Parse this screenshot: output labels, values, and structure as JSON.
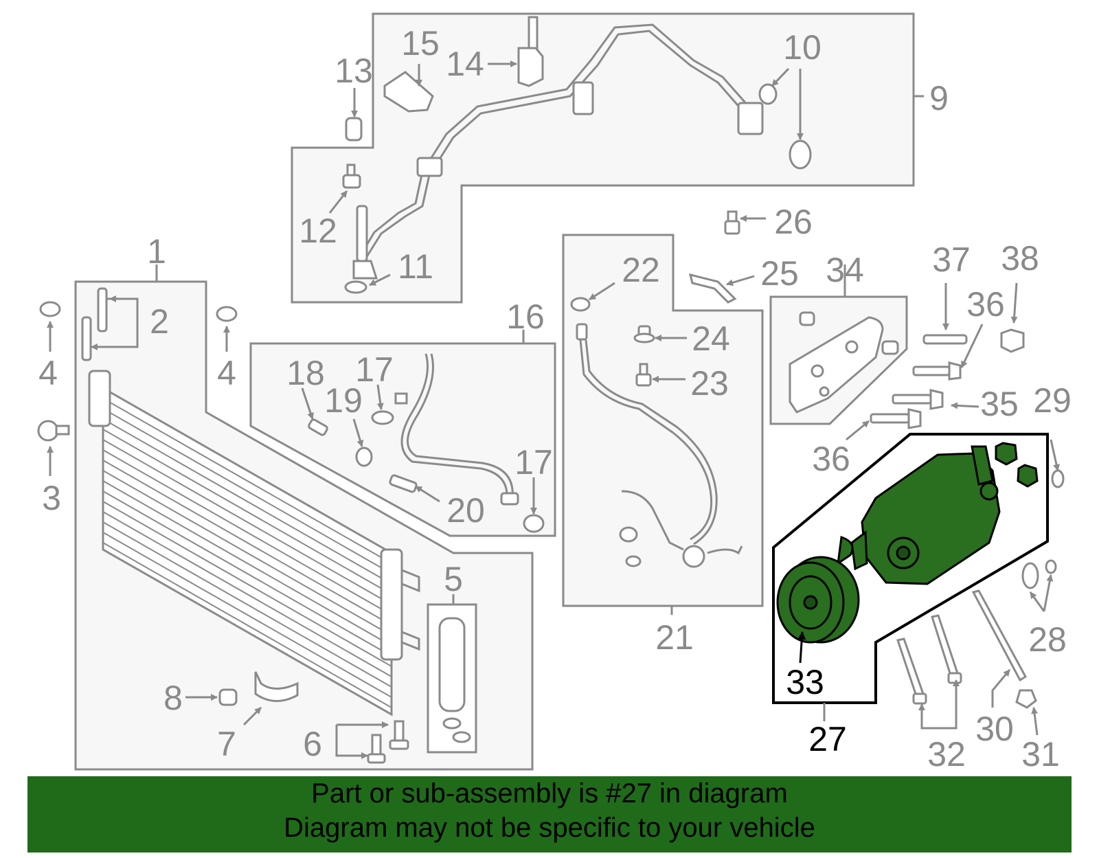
{
  "banner": {
    "line1": "Part or sub-assembly is #27 in diagram",
    "line2": "Diagram may not be specific to your vehicle"
  },
  "callouts": {
    "c1": "1",
    "c2": "2",
    "c3": "3",
    "c4a": "4",
    "c4b": "4",
    "c5": "5",
    "c6": "6",
    "c7": "7",
    "c8": "8",
    "c9": "9",
    "c10": "10",
    "c11": "11",
    "c12": "12",
    "c13": "13",
    "c14": "14",
    "c15": "15",
    "c16": "16",
    "c17a": "17",
    "c17b": "17",
    "c18": "18",
    "c19": "19",
    "c20": "20",
    "c21": "21",
    "c22": "22",
    "c23": "23",
    "c24": "24",
    "c25": "25",
    "c26": "26",
    "c27": "27",
    "c28": "28",
    "c29": "29",
    "c30": "30",
    "c31": "31",
    "c32": "32",
    "c33": "33",
    "c34": "34",
    "c35": "35",
    "c36a": "36",
    "c36b": "36",
    "c37": "37",
    "c38": "38"
  },
  "colors": {
    "highlight_fill": "#2a6e1f",
    "banner_bg": "#1f6b1a",
    "line_gray": "#8a8a8a",
    "panel_fill": "#f7f7f7"
  }
}
